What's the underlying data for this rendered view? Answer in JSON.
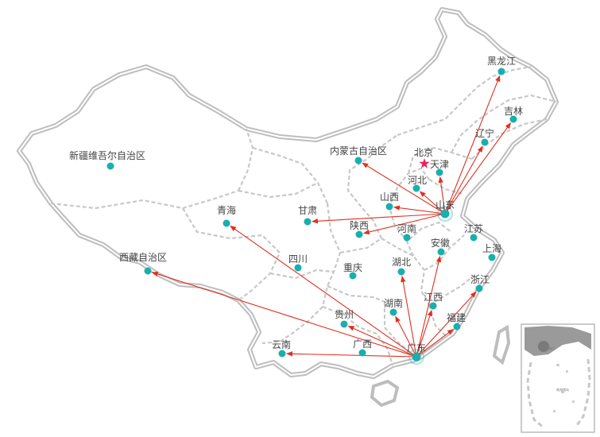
{
  "map": {
    "capital_label": "北京",
    "provinces": [
      {
        "id": "heilongjiang",
        "label": "黑龙江"
      },
      {
        "id": "jilin",
        "label": "吉林"
      },
      {
        "id": "liaoning",
        "label": "辽宁"
      },
      {
        "id": "neimenggu",
        "label": "内蒙古自治区"
      },
      {
        "id": "xinjiang",
        "label": "新疆维吾尔自治区"
      },
      {
        "id": "tianjin",
        "label": "天津"
      },
      {
        "id": "hebei",
        "label": "河北"
      },
      {
        "id": "shanxi",
        "label": "山西"
      },
      {
        "id": "shandong",
        "label": "山东"
      },
      {
        "id": "qinghai",
        "label": "青海"
      },
      {
        "id": "gansu",
        "label": "甘肃"
      },
      {
        "id": "shaanxi",
        "label": "陕西"
      },
      {
        "id": "henan",
        "label": "河南"
      },
      {
        "id": "jiangsu",
        "label": "江苏"
      },
      {
        "id": "anhui",
        "label": "安徽"
      },
      {
        "id": "shanghai",
        "label": "上海"
      },
      {
        "id": "xizang",
        "label": "西藏自治区"
      },
      {
        "id": "sichuan",
        "label": "四川"
      },
      {
        "id": "chongqing",
        "label": "重庆"
      },
      {
        "id": "hubei",
        "label": "湖北"
      },
      {
        "id": "zhejiang",
        "label": "浙江"
      },
      {
        "id": "hunan",
        "label": "湖南"
      },
      {
        "id": "jiangxi",
        "label": "江西"
      },
      {
        "id": "guizhou",
        "label": "贵州"
      },
      {
        "id": "fujian",
        "label": "福建"
      },
      {
        "id": "yunnan",
        "label": "云南"
      },
      {
        "id": "guangxi",
        "label": "广西"
      },
      {
        "id": "guangdong",
        "label": "广东"
      }
    ],
    "routes": [
      {
        "from": "shandong",
        "to": [
          "heilongjiang",
          "jilin",
          "liaoning",
          "tianjin",
          "neimenggu",
          "hebei",
          "shanxi",
          "gansu",
          "shaanxi"
        ]
      },
      {
        "from": "guangdong",
        "to": [
          "qinghai",
          "xizang",
          "yunnan",
          "guizhou",
          "anhui",
          "hubei",
          "hunan",
          "jiangxi",
          "fujian",
          "zhejiang"
        ]
      }
    ],
    "inset_labels": [
      "南海诸岛",
      "海口"
    ],
    "colors": {
      "marker": "#1aaeae",
      "route": "#e03020",
      "capital_star": "#e8245a",
      "border": "#c8c8c8",
      "outline": "#bdbdbd",
      "label": "#444444",
      "land": "#ffffff"
    }
  }
}
